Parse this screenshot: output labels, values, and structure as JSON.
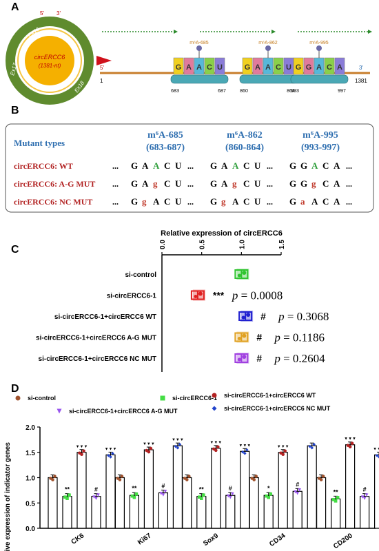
{
  "panelA": {
    "letter": "A",
    "circle_label": "circERCC6",
    "circle_sub": "(1381-nt)",
    "exons": [
      "Ex16",
      "Ex17",
      "Ex18"
    ],
    "strand5": "5'",
    "strand3": "3'",
    "track_start": "1",
    "track_end": "1381",
    "track5": "5'",
    "track3": "3'",
    "sites": [
      {
        "label": "m⁶A-685",
        "bases": [
          "G",
          "A",
          "A",
          "C",
          "U"
        ],
        "start": "683",
        "end": "687"
      },
      {
        "label": "m⁶A-862",
        "bases": [
          "G",
          "A",
          "A",
          "C",
          "U"
        ],
        "start": "860",
        "end": "864"
      },
      {
        "label": "m⁶A-995",
        "bases": [
          "G",
          "G",
          "A",
          "C",
          "A"
        ],
        "start": "993",
        "end": "997"
      }
    ],
    "colors": {
      "ring": "#5f8b2e",
      "core": "#f5b000",
      "track": "#c77d2a",
      "arrow": "#d0101a"
    }
  },
  "panelB": {
    "letter": "B",
    "header": "Mutant types",
    "site_titles": [
      "m⁶A-685",
      "m⁶A-862",
      "m⁶A-995"
    ],
    "site_ranges": [
      "(683-687)",
      "(860-864)",
      "(993-997)"
    ],
    "rows": [
      {
        "name": "circERCC6: WT",
        "groups": [
          [
            "G",
            "A",
            "A",
            "C",
            "U"
          ],
          [
            "G",
            "A",
            "A",
            "C",
            "U"
          ],
          [
            "G",
            "G",
            "A",
            "C",
            "A"
          ]
        ],
        "highlight": [
          2,
          2,
          2
        ],
        "hl_color": "#2e9e3a"
      },
      {
        "name": "circERCC6: A-G MUT",
        "groups": [
          [
            "G",
            "A",
            "g",
            "C",
            "U"
          ],
          [
            "G",
            "A",
            "g",
            "C",
            "U"
          ],
          [
            "G",
            "G",
            "g",
            "C",
            "A"
          ]
        ],
        "highlight": [
          2,
          2,
          2
        ],
        "hl_color": "#c0392b"
      },
      {
        "name": "circERCC6: NC MUT",
        "groups": [
          [
            "G",
            "g",
            "A",
            "C",
            "U"
          ],
          [
            "G",
            "g",
            "A",
            "C",
            "U"
          ],
          [
            "G",
            "a",
            "A",
            "C",
            "A"
          ]
        ],
        "highlight": [
          1,
          1,
          1
        ],
        "hl_color": "#c0392b"
      }
    ],
    "ellipsis": "...",
    "colors": {
      "name": "#b22222",
      "title": "#2f6fb0"
    }
  },
  "chart_data": [
    {
      "type": "bar",
      "orientation": "horizontal",
      "panel_letter": "C",
      "title": "Relative expression of circERCC6",
      "xlim": [
        0,
        1.5
      ],
      "ticks": [
        "0.0",
        "0.5",
        "1.0",
        "1.5"
      ],
      "categories": [
        "si-control",
        "si-circERCC6-1",
        "si-circERCC6-1+circERCC6 WT",
        "si-circERCC6-1+circERCC6 A-G MUT",
        "si-circERCC6-1+circERCC6 NC MUT"
      ],
      "values": [
        1.0,
        0.45,
        1.05,
        1.0,
        1.0
      ],
      "colors": [
        "#2fc42f",
        "#e02020",
        "#2020d0",
        "#e0a020",
        "#a040e0"
      ],
      "markers": [
        "",
        "***",
        "#",
        "#",
        "#"
      ],
      "pvalues": [
        "",
        "0.0008",
        "0.3068",
        "0.1186",
        "0.2604"
      ],
      "p_label": "p",
      "p_eq": " = "
    },
    {
      "type": "bar",
      "panel_letter": "D",
      "ylabel": "Relative expression of indicator genes",
      "ylim": [
        0,
        2.0
      ],
      "yticks": [
        "0.0",
        "0.5",
        "1.0",
        "1.5",
        "2.0"
      ],
      "categories": [
        "CK6",
        "Ki67",
        "Sox9",
        "CD34",
        "CD200"
      ],
      "series": [
        {
          "name": "si-control",
          "values": [
            1.0,
            1.0,
            1.0,
            1.0,
            1.0
          ],
          "color": "#a0522d",
          "marker": "circle"
        },
        {
          "name": "si-circERCC6-1",
          "values": [
            0.63,
            0.65,
            0.63,
            0.65,
            0.58
          ],
          "color": "#44dd44",
          "marker": "square"
        },
        {
          "name": "si-circERCC6-1+circERCC6 WT",
          "values": [
            1.5,
            1.55,
            1.58,
            1.5,
            1.65
          ],
          "color": "#b22222",
          "marker": "circle"
        },
        {
          "name": "si-circERCC6-1+circERCC6 A-G MUT",
          "values": [
            0.63,
            0.7,
            0.65,
            0.73,
            0.63
          ],
          "color": "#9955ee",
          "marker": "triangle"
        },
        {
          "name": "si-circERCC6-1+circERCC6 NC MUT",
          "values": [
            1.45,
            1.63,
            1.52,
            1.63,
            1.45
          ],
          "color": "#2244cc",
          "marker": "diamond"
        }
      ],
      "annotations": {
        "s1": [
          "**",
          "**",
          "**",
          "*",
          "**"
        ],
        "s2": [
          "▼▼▼",
          "▼▼▼",
          "▼▼▼",
          "▼▼▼",
          "▼▼▼"
        ],
        "s3": [
          "#",
          "#",
          "#",
          "#",
          "#"
        ],
        "s4": [
          "▼▼▼",
          "▼▼▼",
          "▼▼▼",
          "",
          "▼▼▼"
        ]
      }
    }
  ]
}
